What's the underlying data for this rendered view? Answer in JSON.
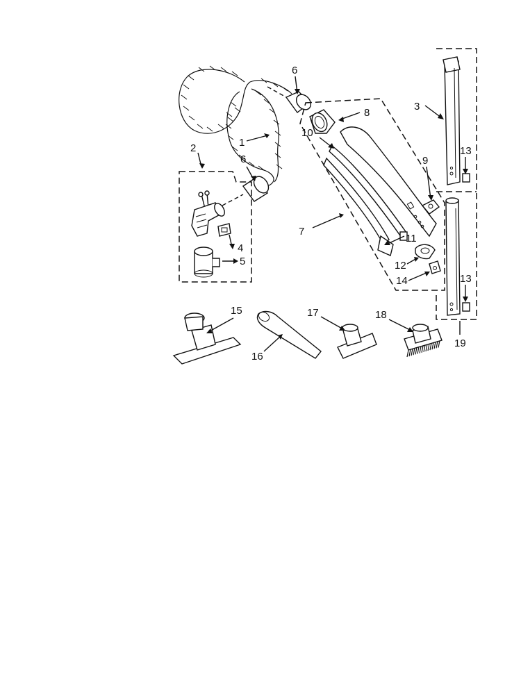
{
  "labels": {
    "n1": "1",
    "n2": "2",
    "n3": "3",
    "n4": "4",
    "n5": "5",
    "n6a": "6",
    "n6b": "6",
    "n7": "7",
    "n8": "8",
    "n9": "9",
    "n10": "10",
    "n11": "11",
    "n12": "12",
    "n13a": "13",
    "n13b": "13",
    "n14": "14",
    "n15": "15",
    "n16": "16",
    "n17": "17",
    "n18": "18",
    "n19": "19"
  }
}
